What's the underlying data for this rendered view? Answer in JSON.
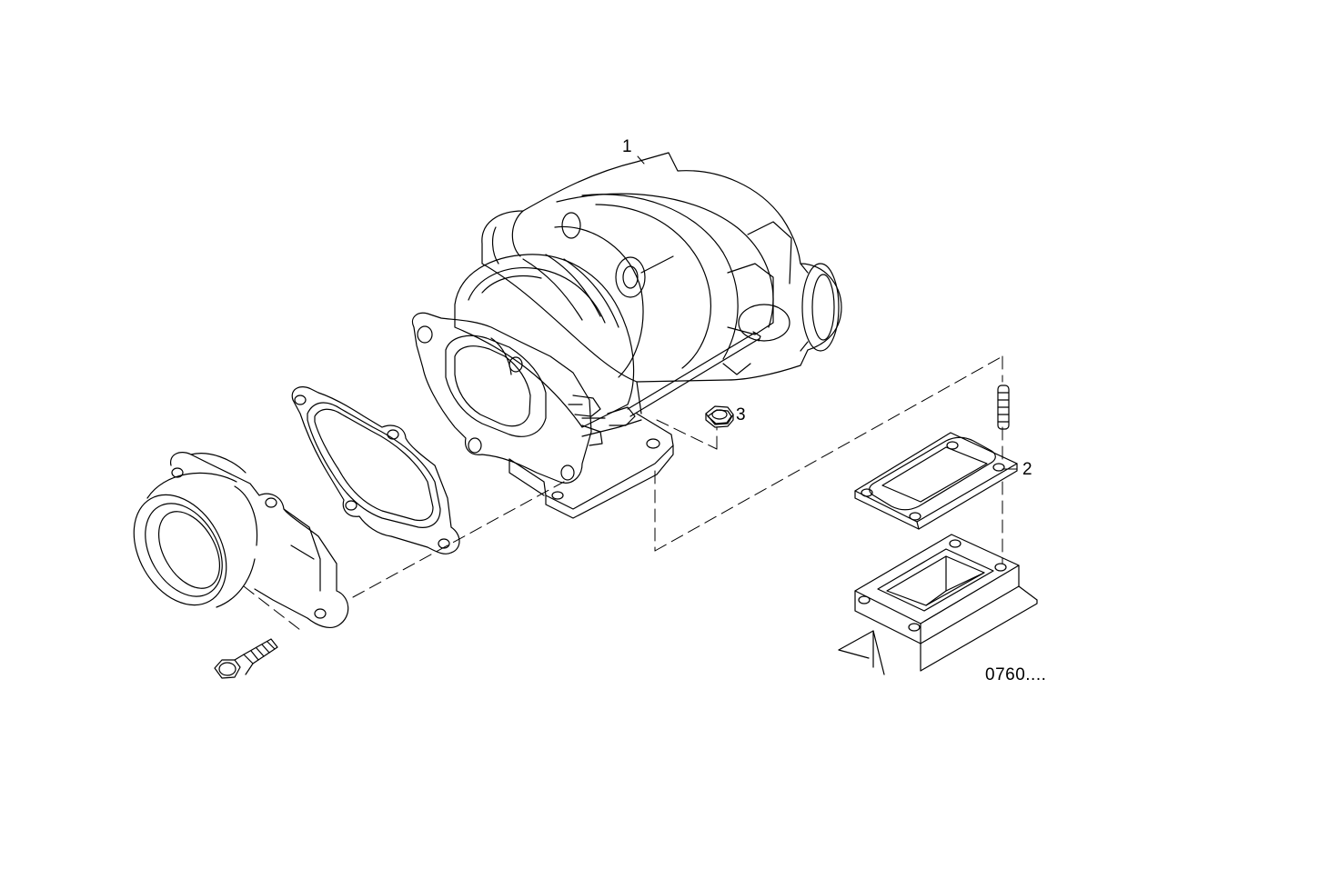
{
  "diagram": {
    "callouts": {
      "turbocharger": "1",
      "gasket_stud": "2",
      "nut": "3"
    },
    "reference_code": "0760...."
  }
}
